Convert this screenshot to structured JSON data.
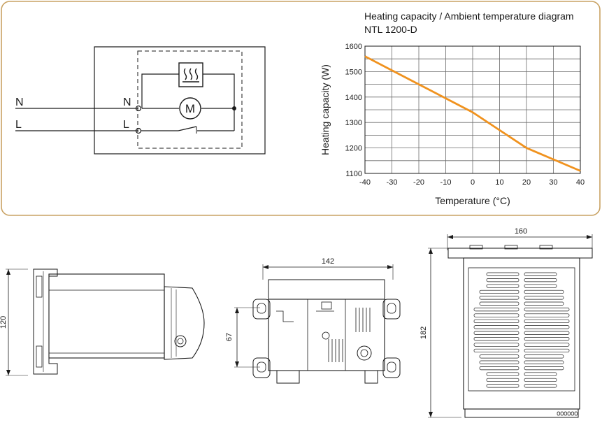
{
  "colors": {
    "frame": "#c9a263",
    "curve": "#f0921e",
    "grid": "#6b6b6b",
    "line": "#1a1a1a"
  },
  "circuit": {
    "terminals": {
      "n_left": "N",
      "l_left": "L",
      "n_right": "N",
      "l_right": "L"
    },
    "motor_label": "M",
    "icons": [
      "heater-icon",
      "motor-icon",
      "thermostat-switch-icon"
    ]
  },
  "chart_data": {
    "type": "line",
    "title": "Heating capacity / Ambient temperature diagram",
    "subtitle": "NTL 1200-D",
    "xlabel": "Temperature (°C)",
    "ylabel": "Heating capacity (W)",
    "xlim": [
      -40,
      40
    ],
    "ylim": [
      1100,
      1600
    ],
    "xticks": [
      -40,
      -30,
      -20,
      -10,
      0,
      10,
      20,
      30,
      40
    ],
    "yticks": [
      1100,
      1200,
      1300,
      1400,
      1500,
      1600
    ],
    "grid": true,
    "series": [
      {
        "x": [
          -40,
          -30,
          -20,
          -10,
          0,
          10,
          20,
          30,
          40
        ],
        "y": [
          1560,
          1505,
          1450,
          1395,
          1340,
          1270,
          1200,
          1155,
          1110
        ]
      }
    ]
  },
  "dimensions": {
    "side_height": "120",
    "front_width": "142",
    "front_mount": "67",
    "back_width": "160",
    "back_height": "182"
  }
}
